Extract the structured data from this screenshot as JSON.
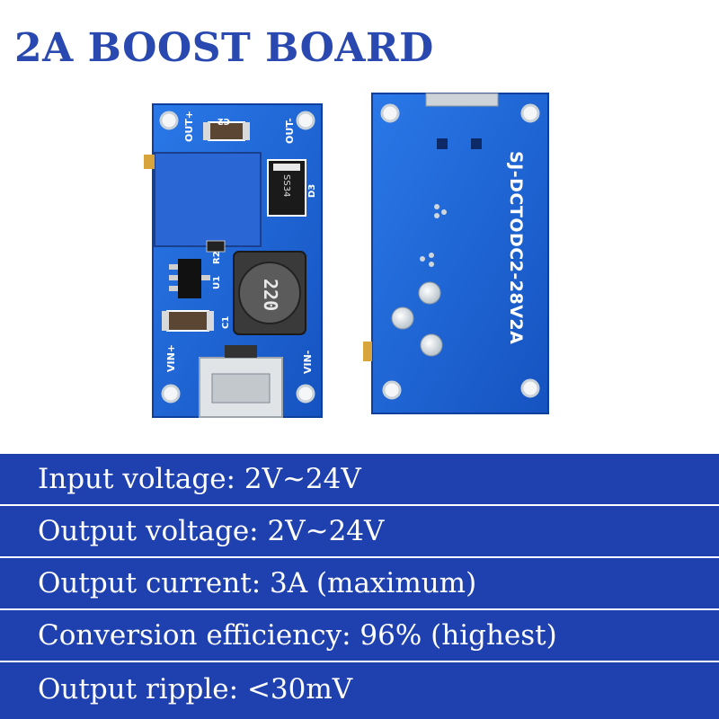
{
  "title": "2A BOOST BOARD",
  "front_labels": {
    "out_plus": "OUT+",
    "out_minus": "OUT-",
    "vin_plus": "VIN+",
    "vin_minus": "VIN-",
    "c2": "C2",
    "c1": "C1",
    "d3": "D3",
    "r2": "R2",
    "u1": "U1",
    "diode": "SS34",
    "inductor": "220"
  },
  "back_label": "SJ-DCTODC2-28V2A",
  "specs": [
    "Input voltage: 2V~24V",
    "Output voltage: 2V~24V",
    "Output current: 3A (maximum)",
    "Conversion efficiency: 96% (highest)",
    "Output ripple: <30mV"
  ],
  "colors": {
    "title": "#2a49b0",
    "spec_band": "#1f41b0",
    "pcb": "#1c63d6"
  }
}
